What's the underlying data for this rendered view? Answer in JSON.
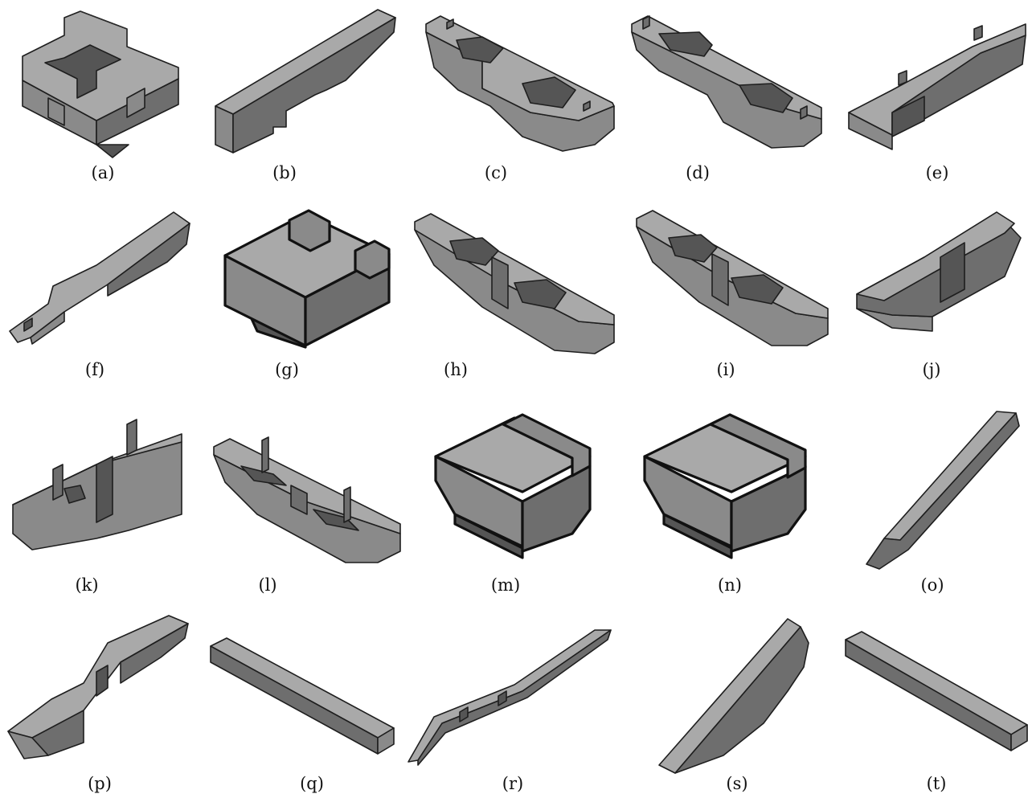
{
  "figure": {
    "panels": [
      {
        "id": "a",
        "label": "(a)"
      },
      {
        "id": "b",
        "label": "(b)"
      },
      {
        "id": "c",
        "label": "(c)"
      },
      {
        "id": "d",
        "label": "(d)"
      },
      {
        "id": "e",
        "label": "(e)"
      },
      {
        "id": "f",
        "label": "(f)"
      },
      {
        "id": "g",
        "label": "(g)"
      },
      {
        "id": "h",
        "label": "(h)"
      },
      {
        "id": "i",
        "label": "(i)"
      },
      {
        "id": "j",
        "label": "(j)"
      },
      {
        "id": "k",
        "label": "(k)"
      },
      {
        "id": "l",
        "label": "(l)"
      },
      {
        "id": "m",
        "label": "(m)"
      },
      {
        "id": "n",
        "label": "(n)"
      },
      {
        "id": "o",
        "label": "(o)"
      },
      {
        "id": "p",
        "label": "(p)"
      },
      {
        "id": "q",
        "label": "(q)"
      },
      {
        "id": "r",
        "label": "(r)"
      },
      {
        "id": "s",
        "label": "(s)"
      },
      {
        "id": "t",
        "label": "(t)"
      }
    ]
  }
}
